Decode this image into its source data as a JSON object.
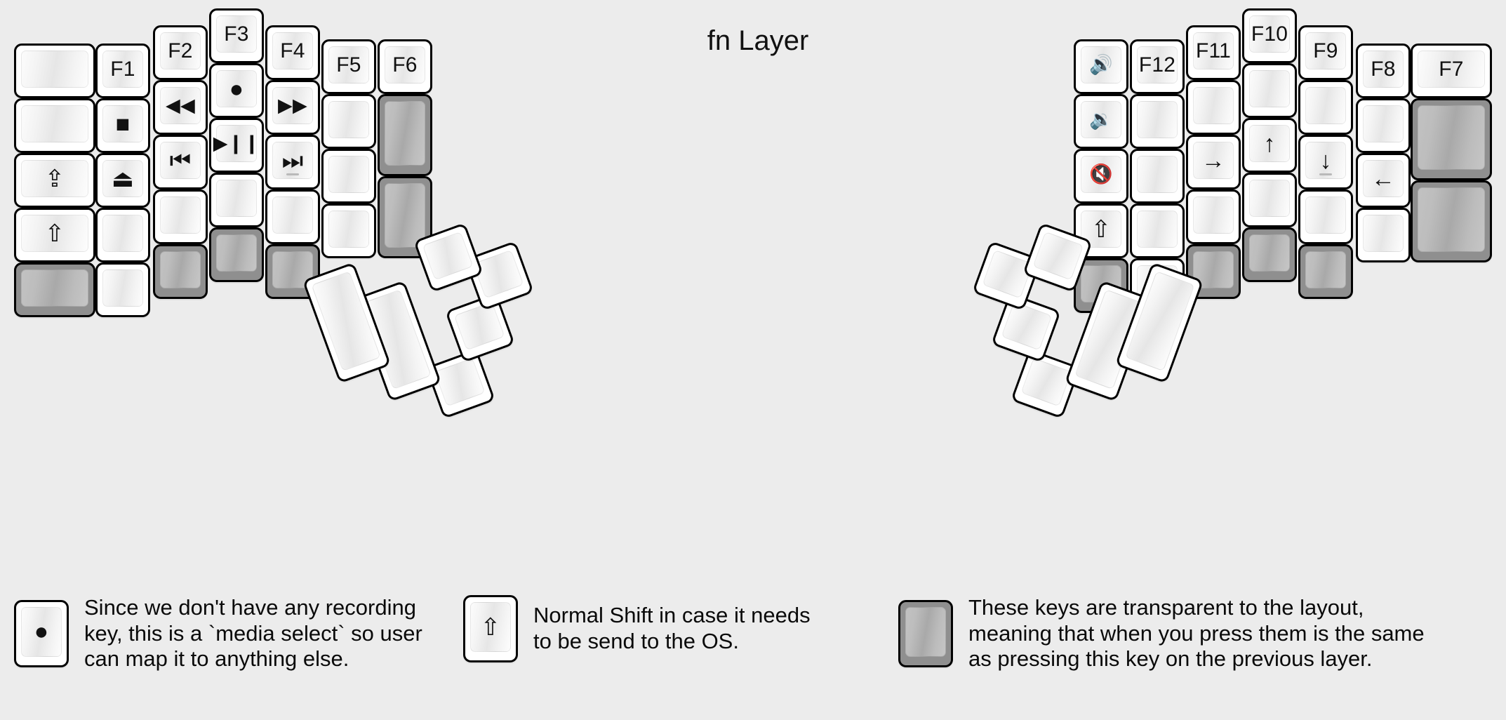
{
  "title": "fn Layer",
  "colors": {
    "background": "#ececec",
    "keycap_white": "#ffffff",
    "keycap_transparent": "#8f8f8f",
    "outline": "#000000",
    "text": "#111111"
  },
  "icons": {
    "record": "●",
    "stop": "■",
    "eject": "⏏",
    "rewind": "◀◀",
    "fast_forward": "▶▶",
    "prev_track": "⏮",
    "play_pause": "▶❙❙",
    "next_track": "⏭",
    "caps_lock": "⇪",
    "shift": "⇧",
    "arrow_left": "←",
    "arrow_down": "↓",
    "arrow_up": "↑",
    "arrow_right": "→",
    "volume_up": "🔊",
    "volume_down": "🔉",
    "mute": "🔇"
  },
  "left_half": {
    "columns": [
      {
        "name": "col-pinky-outer",
        "keys": [
          {
            "label": "",
            "state": "normal"
          },
          {
            "label": "",
            "state": "normal"
          },
          {
            "label": "⇪",
            "state": "normal",
            "icon": "caps-lock-icon"
          },
          {
            "label": "⇧",
            "state": "normal",
            "icon": "shift-icon"
          },
          {
            "label": "",
            "state": "transparent"
          }
        ]
      },
      {
        "name": "col-pinky",
        "keys": [
          {
            "label": "F1",
            "state": "normal"
          },
          {
            "label": "■",
            "state": "normal",
            "icon": "stop-icon"
          },
          {
            "label": "⏏",
            "state": "normal",
            "icon": "eject-icon"
          },
          {
            "label": "",
            "state": "normal"
          },
          {
            "label": "",
            "state": "normal"
          }
        ]
      },
      {
        "name": "col-ring",
        "keys": [
          {
            "label": "F2",
            "state": "normal"
          },
          {
            "label": "◀◀",
            "state": "normal",
            "icon": "rewind-icon"
          },
          {
            "label": "⏮",
            "state": "normal",
            "icon": "previous-track-icon"
          },
          {
            "label": "",
            "state": "normal"
          },
          {
            "label": "",
            "state": "transparent"
          }
        ]
      },
      {
        "name": "col-middle",
        "keys": [
          {
            "label": "F3",
            "state": "normal"
          },
          {
            "label": "●",
            "state": "normal",
            "icon": "record-icon"
          },
          {
            "label": "▶❙❙",
            "state": "normal",
            "icon": "play-pause-icon"
          },
          {
            "label": "",
            "state": "normal"
          },
          {
            "label": "",
            "state": "transparent"
          }
        ]
      },
      {
        "name": "col-index",
        "keys": [
          {
            "label": "F4",
            "state": "normal"
          },
          {
            "label": "▶▶",
            "state": "normal",
            "icon": "fast-forward-icon"
          },
          {
            "label": "⏭",
            "state": "normal",
            "icon": "next-track-icon",
            "homing": true
          },
          {
            "label": "",
            "state": "normal"
          },
          {
            "label": "",
            "state": "transparent"
          }
        ]
      },
      {
        "name": "col-inner",
        "keys": [
          {
            "label": "F5",
            "state": "normal"
          },
          {
            "label": "",
            "state": "normal"
          },
          {
            "label": "",
            "state": "normal"
          },
          {
            "label": "",
            "state": "normal"
          }
        ]
      },
      {
        "name": "col-innermost",
        "keys": [
          {
            "label": "F6",
            "state": "normal"
          },
          {
            "label": "",
            "state": "transparent",
            "tall": true
          },
          {
            "label": "",
            "state": "transparent",
            "tall": true
          }
        ]
      }
    ],
    "thumb_cluster": [
      {
        "name": "thumb-big-1",
        "label": "",
        "state": "normal",
        "size": "2u"
      },
      {
        "name": "thumb-big-2",
        "label": "",
        "state": "normal",
        "size": "2u"
      },
      {
        "name": "thumb-1",
        "label": "",
        "state": "normal",
        "size": "1u"
      },
      {
        "name": "thumb-2",
        "label": "",
        "state": "normal",
        "size": "1u"
      },
      {
        "name": "thumb-3",
        "label": "",
        "state": "normal",
        "size": "1u"
      },
      {
        "name": "thumb-4",
        "label": "",
        "state": "normal",
        "size": "1u"
      }
    ]
  },
  "right_half": {
    "columns": [
      {
        "name": "col-innermost",
        "keys": [
          {
            "label": "F7",
            "state": "normal"
          },
          {
            "label": "",
            "state": "transparent",
            "tall": true
          },
          {
            "label": "",
            "state": "transparent",
            "tall": true
          }
        ]
      },
      {
        "name": "col-inner",
        "keys": [
          {
            "label": "F8",
            "state": "normal"
          },
          {
            "label": "",
            "state": "normal"
          },
          {
            "label": "←",
            "state": "normal",
            "icon": "arrow-left-icon"
          },
          {
            "label": "",
            "state": "normal"
          }
        ]
      },
      {
        "name": "col-index",
        "keys": [
          {
            "label": "F9",
            "state": "normal"
          },
          {
            "label": "",
            "state": "normal"
          },
          {
            "label": "↓",
            "state": "normal",
            "icon": "arrow-down-icon",
            "homing": true
          },
          {
            "label": "",
            "state": "normal"
          },
          {
            "label": "",
            "state": "transparent"
          }
        ]
      },
      {
        "name": "col-middle",
        "keys": [
          {
            "label": "F10",
            "state": "normal"
          },
          {
            "label": "",
            "state": "normal"
          },
          {
            "label": "↑",
            "state": "normal",
            "icon": "arrow-up-icon"
          },
          {
            "label": "",
            "state": "normal"
          },
          {
            "label": "",
            "state": "transparent"
          }
        ]
      },
      {
        "name": "col-ring",
        "keys": [
          {
            "label": "F11",
            "state": "normal"
          },
          {
            "label": "",
            "state": "normal"
          },
          {
            "label": "→",
            "state": "normal",
            "icon": "arrow-right-icon"
          },
          {
            "label": "",
            "state": "normal"
          },
          {
            "label": "",
            "state": "transparent"
          }
        ]
      },
      {
        "name": "col-pinky",
        "keys": [
          {
            "label": "F12",
            "state": "normal"
          },
          {
            "label": "",
            "state": "normal"
          },
          {
            "label": "",
            "state": "normal"
          },
          {
            "label": "",
            "state": "normal"
          },
          {
            "label": "",
            "state": "normal"
          }
        ]
      },
      {
        "name": "col-pinky-outer",
        "keys": [
          {
            "label": "🔊",
            "state": "normal",
            "icon": "volume-up-icon"
          },
          {
            "label": "🔉",
            "state": "normal",
            "icon": "volume-down-icon"
          },
          {
            "label": "🔇",
            "state": "normal",
            "icon": "mute-icon"
          },
          {
            "label": "⇧",
            "state": "normal",
            "icon": "shift-icon"
          },
          {
            "label": "",
            "state": "transparent"
          }
        ]
      }
    ],
    "thumb_cluster": [
      {
        "name": "thumb-1",
        "label": "",
        "state": "normal",
        "size": "1u"
      },
      {
        "name": "thumb-2",
        "label": "",
        "state": "normal",
        "size": "1u"
      },
      {
        "name": "thumb-3",
        "label": "",
        "state": "normal",
        "size": "1u"
      },
      {
        "name": "thumb-4",
        "label": "",
        "state": "normal",
        "size": "1u"
      },
      {
        "name": "thumb-big-1",
        "label": "",
        "state": "normal",
        "size": "2u"
      },
      {
        "name": "thumb-big-2",
        "label": "",
        "state": "normal",
        "size": "2u"
      }
    ]
  },
  "legend": [
    {
      "swatch_label": "●",
      "swatch_icon": "record-icon",
      "swatch_state": "normal",
      "text": "Since we don't have any recording\nkey, this is a `media select` so user\ncan map it to anything else."
    },
    {
      "swatch_label": "⇧",
      "swatch_icon": "shift-icon",
      "swatch_state": "normal",
      "text": "Normal Shift in case it needs\nto be send to the OS."
    },
    {
      "swatch_label": "",
      "swatch_icon": "transparent-key-icon",
      "swatch_state": "transparent",
      "text": "These keys are transparent to the layout,\nmeaning that when you press them is the same\nas pressing this key on the previous layer."
    }
  ]
}
